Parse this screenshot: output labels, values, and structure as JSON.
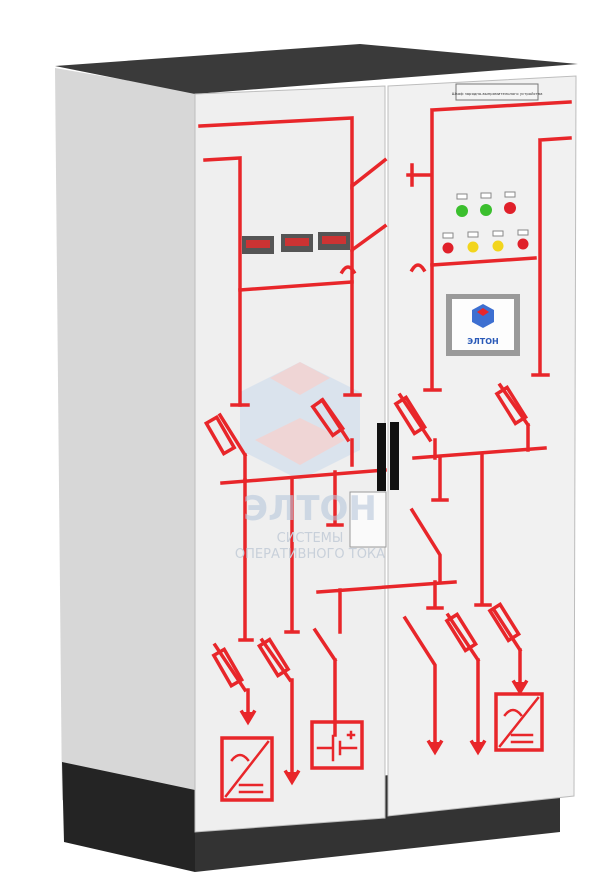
{
  "product": {
    "door_label": "Шкаф зарядно-выпрямительного устройства",
    "screen_logo": "ЭЛТОН",
    "watermark": {
      "brand": "ЭЛТОН",
      "line1": "СИСТЕМЫ",
      "line2": "ОПЕРАТИВНОГО ТОКА"
    },
    "colors": {
      "body": "#ececec",
      "schematic": "#e8262a",
      "top": "#3a3a3a",
      "plinth": "#2b2b2b",
      "green_lamp": "#3bbf2e",
      "yellow_lamp": "#f2d51c",
      "red_lamp": "#e0202a"
    }
  }
}
